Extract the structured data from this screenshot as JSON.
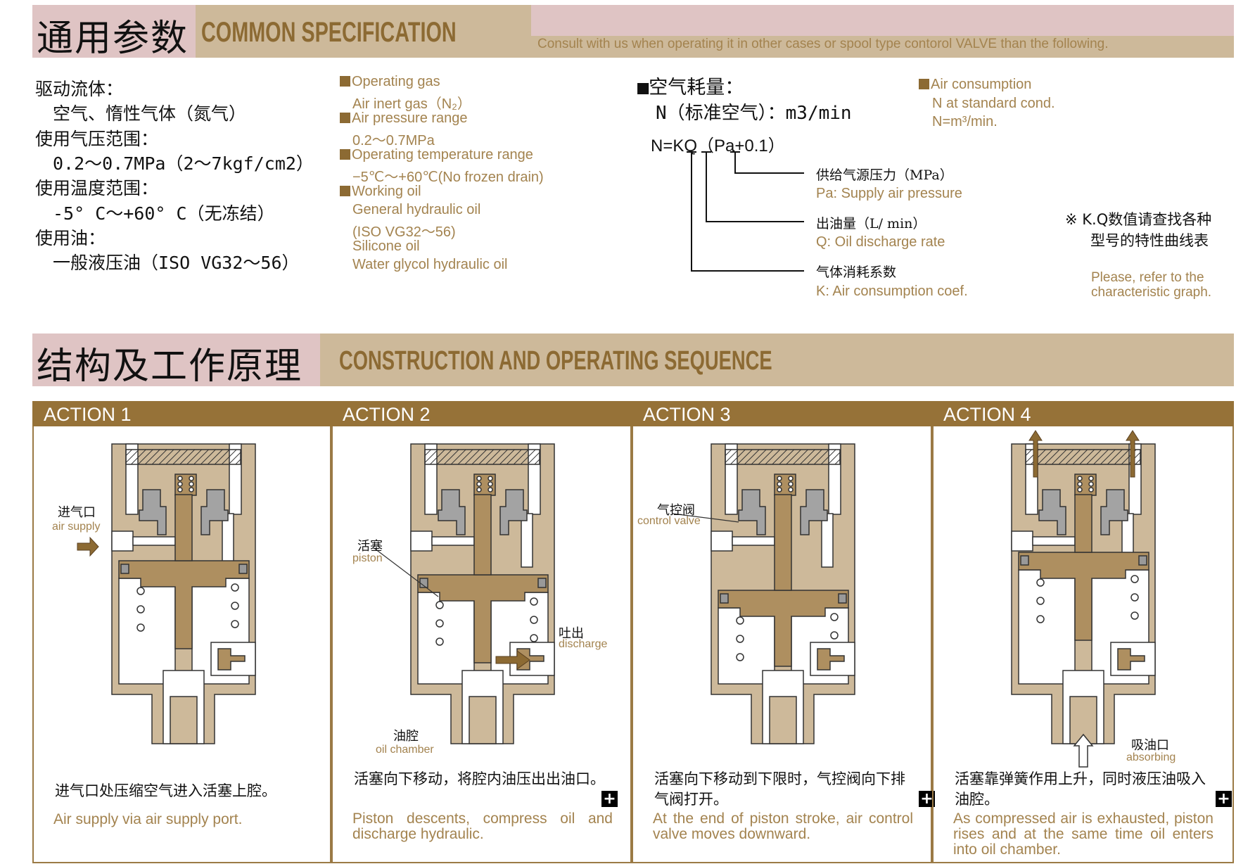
{
  "spec": {
    "title_cn": "通用参数",
    "title_en": "COMMON SPECIFICATION",
    "note": "Consult with us when operating it in other cases or spool type contorol VALVE than the following.",
    "cn_lines": [
      "驱动流体：",
      "　空气、惰性气体（氮气）",
      "使用气压范围：",
      "　0.2～0.7MPa（2～7kgf/cm2）",
      "使用温度范围：",
      "　-5° C～+60° C（无冻结）",
      "使用油：",
      "　一般液压油（ISO VG32～56）"
    ],
    "en_lines": [
      {
        "text": "Operating gas",
        "bullet": true
      },
      {
        "text": "Air inert gas（N₂）",
        "bullet": false
      },
      {
        "text": "Air pressure range",
        "bullet": true
      },
      {
        "text": "0.2～0.7MPa",
        "bullet": false
      },
      {
        "text": "Operating temperature range",
        "bullet": true
      },
      {
        "text": "−5℃～+60℃(No frozen drain)",
        "bullet": false
      },
      {
        "text": "Working oil",
        "bullet": true
      },
      {
        "text": "General hydraulic oil",
        "bullet": false
      },
      {
        "text": "(ISO VG32～56)",
        "bullet": false
      },
      {
        "text": "Silicone oil",
        "bullet": false
      },
      {
        "text": "Water glycol hydraulic oil",
        "bullet": false
      }
    ],
    "air": {
      "heading_cn": "■空气耗量：",
      "unit_cn": "N（标准空气）：m3/min",
      "formula": "N=KQ（Pa+0.1）",
      "pa_cn": "供给气源压力（MPa）",
      "pa_en": "Pa: Supply air pressure",
      "q_cn": "出油量（L/ min）",
      "q_en": "Q: Oil discharge rate",
      "k_cn": "气体消耗系数",
      "k_en": "K: Air consumption coef.",
      "en_heading": "Air consumption",
      "en_line1": "N at standard cond.",
      "en_line2": "N=m³/min.",
      "note_cn1": "※ K.Q数值请查找各种",
      "note_cn2": "型号的特性曲线表",
      "note_en1": "Please, refer to the",
      "note_en2": "characteristic graph."
    }
  },
  "construction": {
    "title_cn": "结构及工作原理",
    "title_en": "CONSTRUCTION AND OPERATING SEQUENCE",
    "actions": [
      {
        "title": "ACTION 1",
        "desc_cn": "进气口处压缩空气进入活塞上腔。",
        "desc_en": "Air supply via air supply port.",
        "labels": [
          {
            "cn": "进气口",
            "en": "air supply"
          }
        ]
      },
      {
        "title": "ACTION 2",
        "desc_cn": "活塞向下移动，将腔内油压出出油口。",
        "desc_en": "Piston descents, compress oil and discharge hydraulic.",
        "labels": [
          {
            "cn": "活塞",
            "en": "piston"
          },
          {
            "cn": "吐出",
            "en": "discharge"
          },
          {
            "cn": "油腔",
            "en": "oil chamber"
          }
        ]
      },
      {
        "title": "ACTION 3",
        "desc_cn": "活塞向下移动到下限时，气控阀向下排气阀打开。",
        "desc_en": "At the end of piston stroke, air control valve moves downward.",
        "labels": [
          {
            "cn": "气控阀",
            "en": "control valve"
          }
        ]
      },
      {
        "title": "ACTION 4",
        "desc_cn": "活塞靠弹簧作用上升，同时液压油吸入油腔。",
        "desc_en": "As compressed air is exhausted, piston rises and at the same time oil enters into oil chamber.",
        "labels": [
          {
            "cn": "吸油口",
            "en": "absorbing"
          }
        ]
      }
    ],
    "expand_label": "+"
  }
}
